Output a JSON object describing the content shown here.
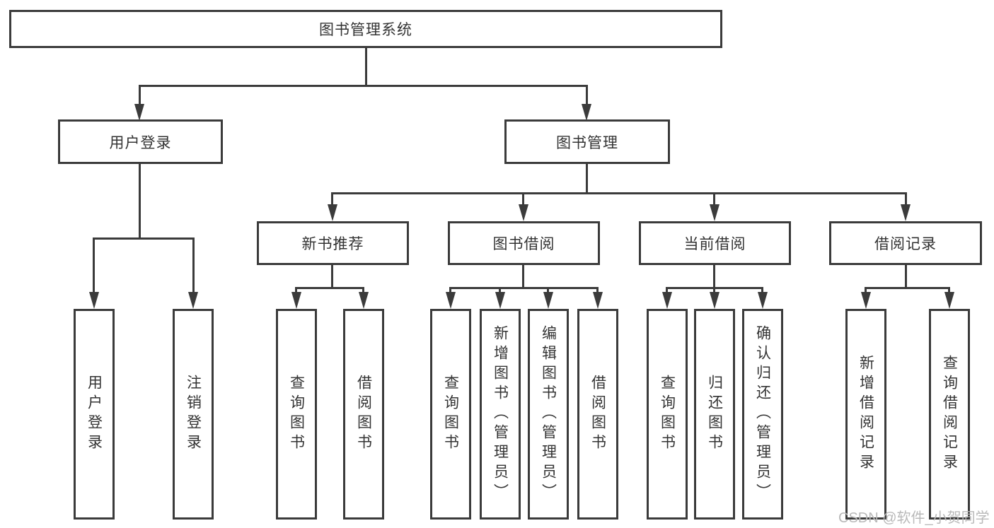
{
  "root": {
    "label": "图书管理系统"
  },
  "branches": [
    {
      "label": "用户登录",
      "children": [
        {
          "label": "用户登录"
        },
        {
          "label": "注销登录"
        }
      ]
    },
    {
      "label": "图书管理",
      "children": [
        {
          "label": "新书推荐",
          "children": [
            {
              "label": "查询图书"
            },
            {
              "label": "借阅图书"
            }
          ]
        },
        {
          "label": "图书借阅",
          "children": [
            {
              "label": "查询图书"
            },
            {
              "label": "新增图书（管理员）"
            },
            {
              "label": "编辑图书（管理员）"
            },
            {
              "label": "借阅图书"
            }
          ]
        },
        {
          "label": "当前借阅",
          "children": [
            {
              "label": "查询图书"
            },
            {
              "label": "归还图书"
            },
            {
              "label": "确认归还（管理员）"
            }
          ]
        },
        {
          "label": "借阅记录",
          "children": [
            {
              "label": "新增借阅记录"
            },
            {
              "label": "查询借阅记录"
            }
          ]
        }
      ]
    }
  ],
  "watermark": "CSDN @软件_小贺同学",
  "colors": {
    "line": "#3b3b3b",
    "text": "#333333",
    "watermark": "#b9b9b9",
    "background": "#ffffff"
  }
}
